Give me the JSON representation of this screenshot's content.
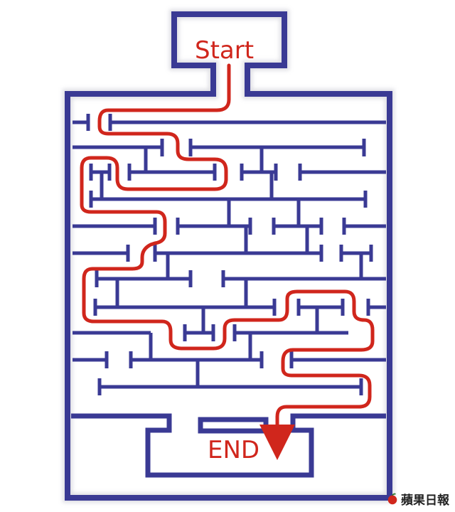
{
  "labels": {
    "start": "Start",
    "end": "END"
  },
  "brand": {
    "text": "蘋果日報",
    "icon": "apple-icon"
  },
  "colors": {
    "wall": "#3a3a94",
    "path": "#d0261c",
    "shadow": "#d7d7dc",
    "brand_apple": "#d0261c"
  }
}
